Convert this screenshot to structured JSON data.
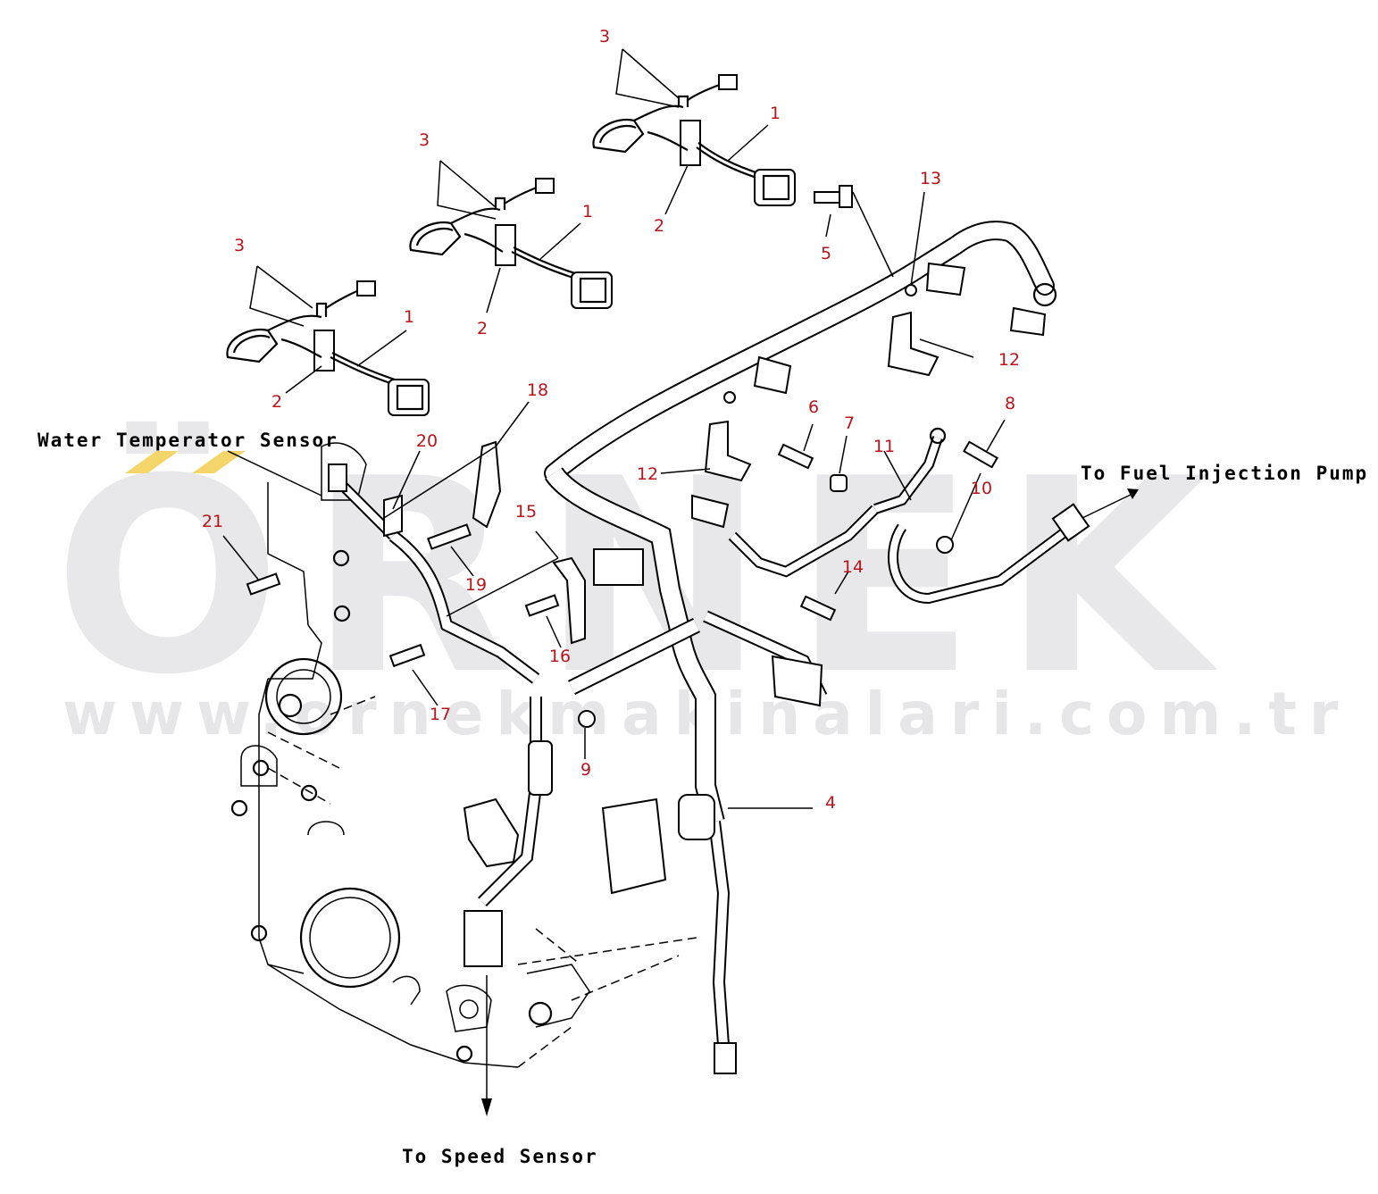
{
  "watermark": {
    "brand": "ÖRNEK",
    "url": "www.ornekmakinalari.com.tr",
    "color": "#e8e8ea",
    "accent_color": "#f3d56a"
  },
  "captions": {
    "water_temp_sensor": "Water Temperator Sensor",
    "fuel_injection_pump": "To Fuel Injection Pump",
    "speed_sensor": "To Speed Sensor"
  },
  "callouts": {
    "c3a": "3",
    "c3b": "3",
    "c3c": "3",
    "c1a": "1",
    "c1b": "1",
    "c1c": "1",
    "c2a": "2",
    "c2b": "2",
    "c2c": "2",
    "c5": "5",
    "c13": "13",
    "c12a": "12",
    "c12b": "12",
    "c6": "6",
    "c7": "7",
    "c8": "8",
    "c11": "11",
    "c10": "10",
    "c18": "18",
    "c20": "20",
    "c21": "21",
    "c19": "19",
    "c15": "15",
    "c14": "14",
    "c16": "16",
    "c17": "17",
    "c9": "9",
    "c4": "4"
  },
  "colors": {
    "callout": "#b8141a",
    "line": "#000000",
    "background": "#ffffff"
  }
}
